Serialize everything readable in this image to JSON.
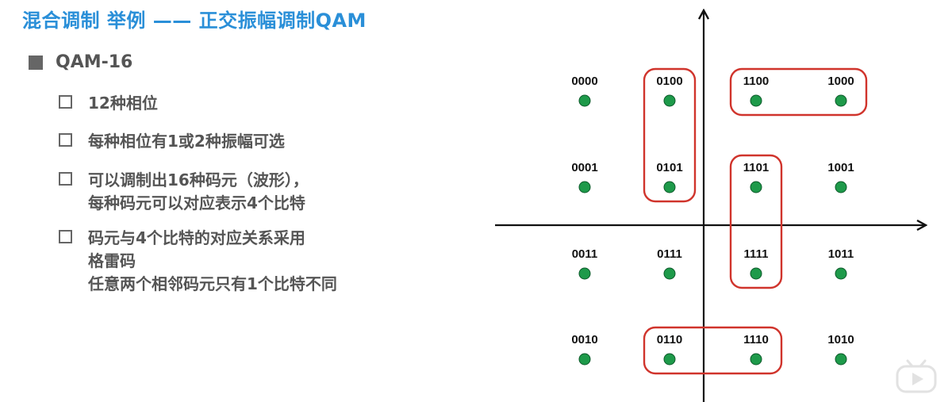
{
  "title": "混合调制 举例 —— 正交振幅调制QAM",
  "main_bullet": "QAM-16",
  "sub_bullets": [
    {
      "lines": [
        "12种相位"
      ]
    },
    {
      "lines": [
        "每种相位有1或2种振幅可选"
      ]
    },
    {
      "lines": [
        "可以调制出16种码元（波形），",
        "每种码元可以对应表示4个比特"
      ]
    },
    {
      "lines": [
        "码元与4个比特的对应关系采用",
        "格雷码",
        "任意两个相邻码元只有1个比特不同"
      ]
    }
  ],
  "constellation": {
    "columns": 4,
    "rows": 4,
    "point_color": "#1e9a4a",
    "highlight_color": "#d0342c",
    "points": [
      {
        "label": "0000",
        "col": 0,
        "row": 0
      },
      {
        "label": "0100",
        "col": 1,
        "row": 0
      },
      {
        "label": "1100",
        "col": 2,
        "row": 0
      },
      {
        "label": "1000",
        "col": 3,
        "row": 0
      },
      {
        "label": "0001",
        "col": 0,
        "row": 1
      },
      {
        "label": "0101",
        "col": 1,
        "row": 1
      },
      {
        "label": "1101",
        "col": 2,
        "row": 1
      },
      {
        "label": "1001",
        "col": 3,
        "row": 1
      },
      {
        "label": "0011",
        "col": 0,
        "row": 2
      },
      {
        "label": "0111",
        "col": 1,
        "row": 2
      },
      {
        "label": "1111",
        "col": 2,
        "row": 2
      },
      {
        "label": "1011",
        "col": 3,
        "row": 2
      },
      {
        "label": "0010",
        "col": 0,
        "row": 3
      },
      {
        "label": "0110",
        "col": 1,
        "row": 3
      },
      {
        "label": "1110",
        "col": 2,
        "row": 3
      },
      {
        "label": "1010",
        "col": 3,
        "row": 3
      }
    ],
    "highlight_groups": [
      {
        "members": [
          "0100",
          "0101"
        ]
      },
      {
        "members": [
          "1100",
          "1000"
        ]
      },
      {
        "members": [
          "1101",
          "1111"
        ]
      },
      {
        "members": [
          "0110",
          "1110"
        ]
      }
    ]
  }
}
